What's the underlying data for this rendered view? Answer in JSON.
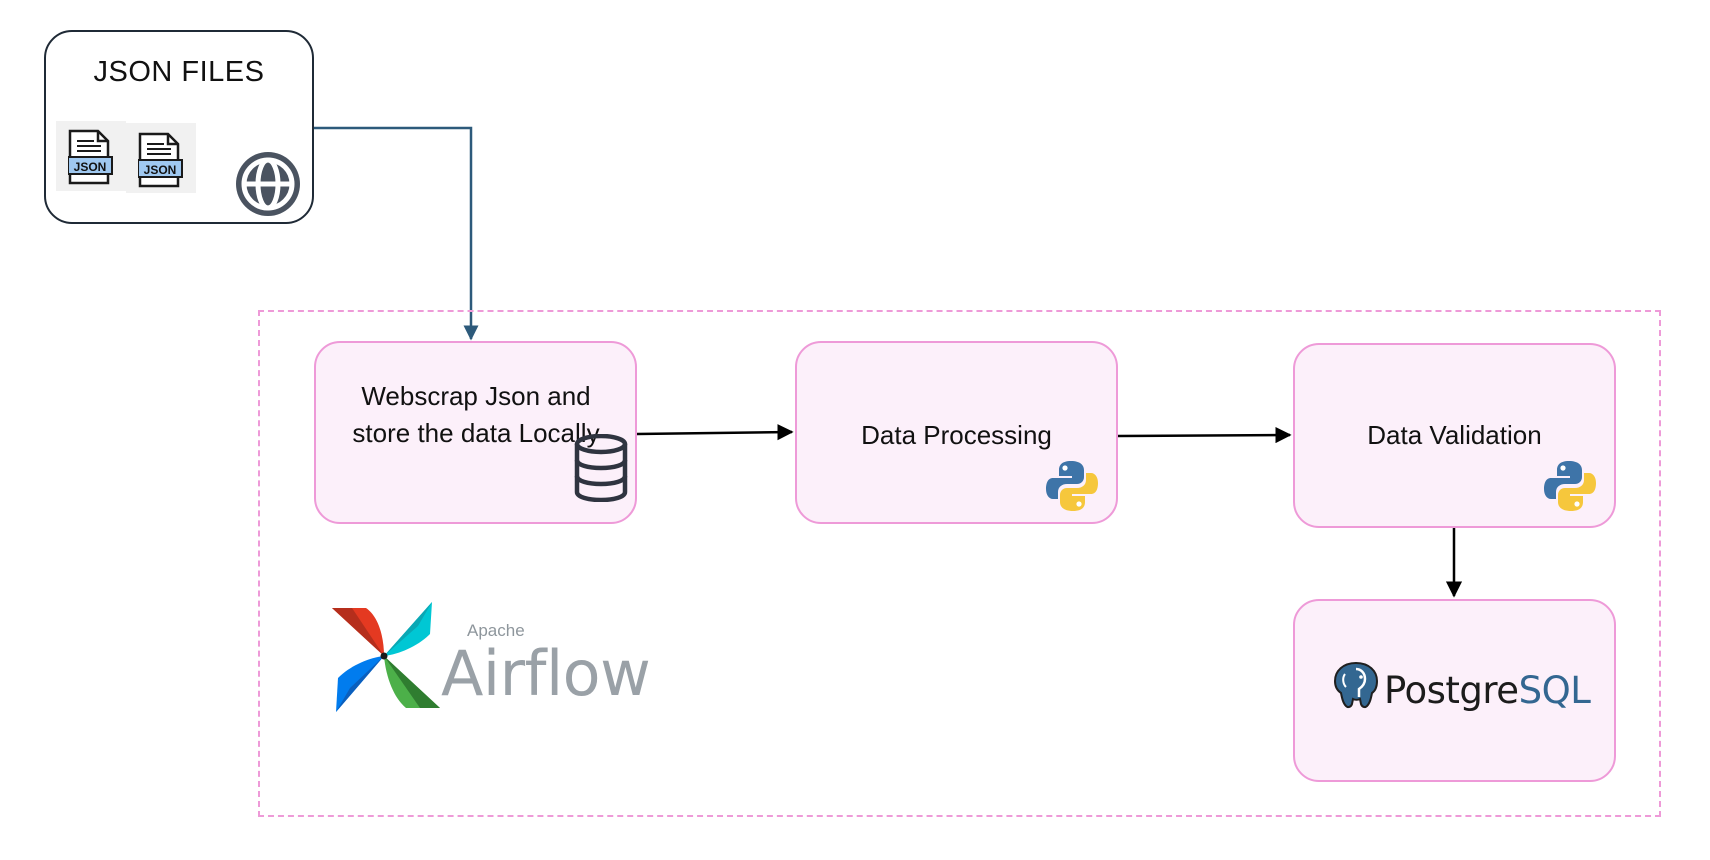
{
  "source": {
    "title": "JSON FILES",
    "file_badge": "JSON",
    "icons": [
      "json-file-icon",
      "json-file-icon",
      "globe-icon"
    ]
  },
  "pipeline": {
    "orchestrator": {
      "vendor": "Apache",
      "name": "Airflow"
    },
    "steps": [
      {
        "id": "webscrape",
        "label": "Webscrap Json and store the data Locally",
        "icon": "database-icon"
      },
      {
        "id": "processing",
        "label": "Data Processing",
        "icon": "python-icon"
      },
      {
        "id": "validation",
        "label": "Data Validation",
        "icon": "python-icon"
      }
    ],
    "sink": {
      "name_part1": "Postgre",
      "name_part2": "SQL",
      "icon": "postgresql-elephant-icon"
    }
  },
  "colors": {
    "frame_border": "#ee9ad8",
    "step_fill": "#fcf0fa",
    "source_border": "#1f2a36",
    "connector_source": "#2d5a7b",
    "connector": "#000000",
    "python_blue": "#3e74a8",
    "python_yellow": "#f6c73c",
    "postgres_blue": "#336791"
  }
}
